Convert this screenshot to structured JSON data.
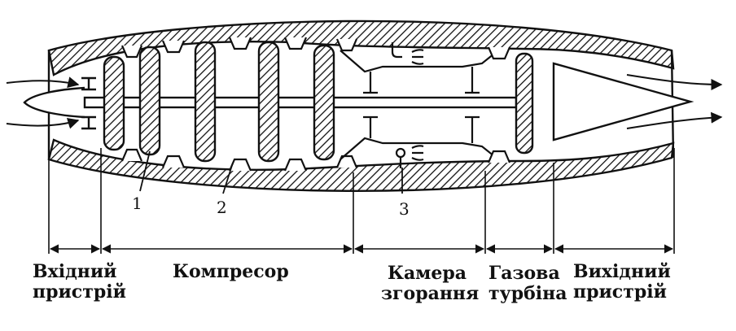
{
  "diagram": {
    "callouts": [
      "1",
      "2",
      "3"
    ],
    "sections": [
      {
        "id": "intake",
        "lines": [
          "Вхідний",
          "пристрій"
        ]
      },
      {
        "id": "compressor",
        "lines": [
          "Компресор"
        ]
      },
      {
        "id": "combustor",
        "lines": [
          "Камера",
          "згорання"
        ]
      },
      {
        "id": "turbine",
        "lines": [
          "Газова",
          "турбіна"
        ]
      },
      {
        "id": "nozzle",
        "lines": [
          "Вихідний",
          "пристрій"
        ]
      }
    ]
  },
  "colors": {
    "ink": "#111111",
    "background": "#ffffff"
  }
}
